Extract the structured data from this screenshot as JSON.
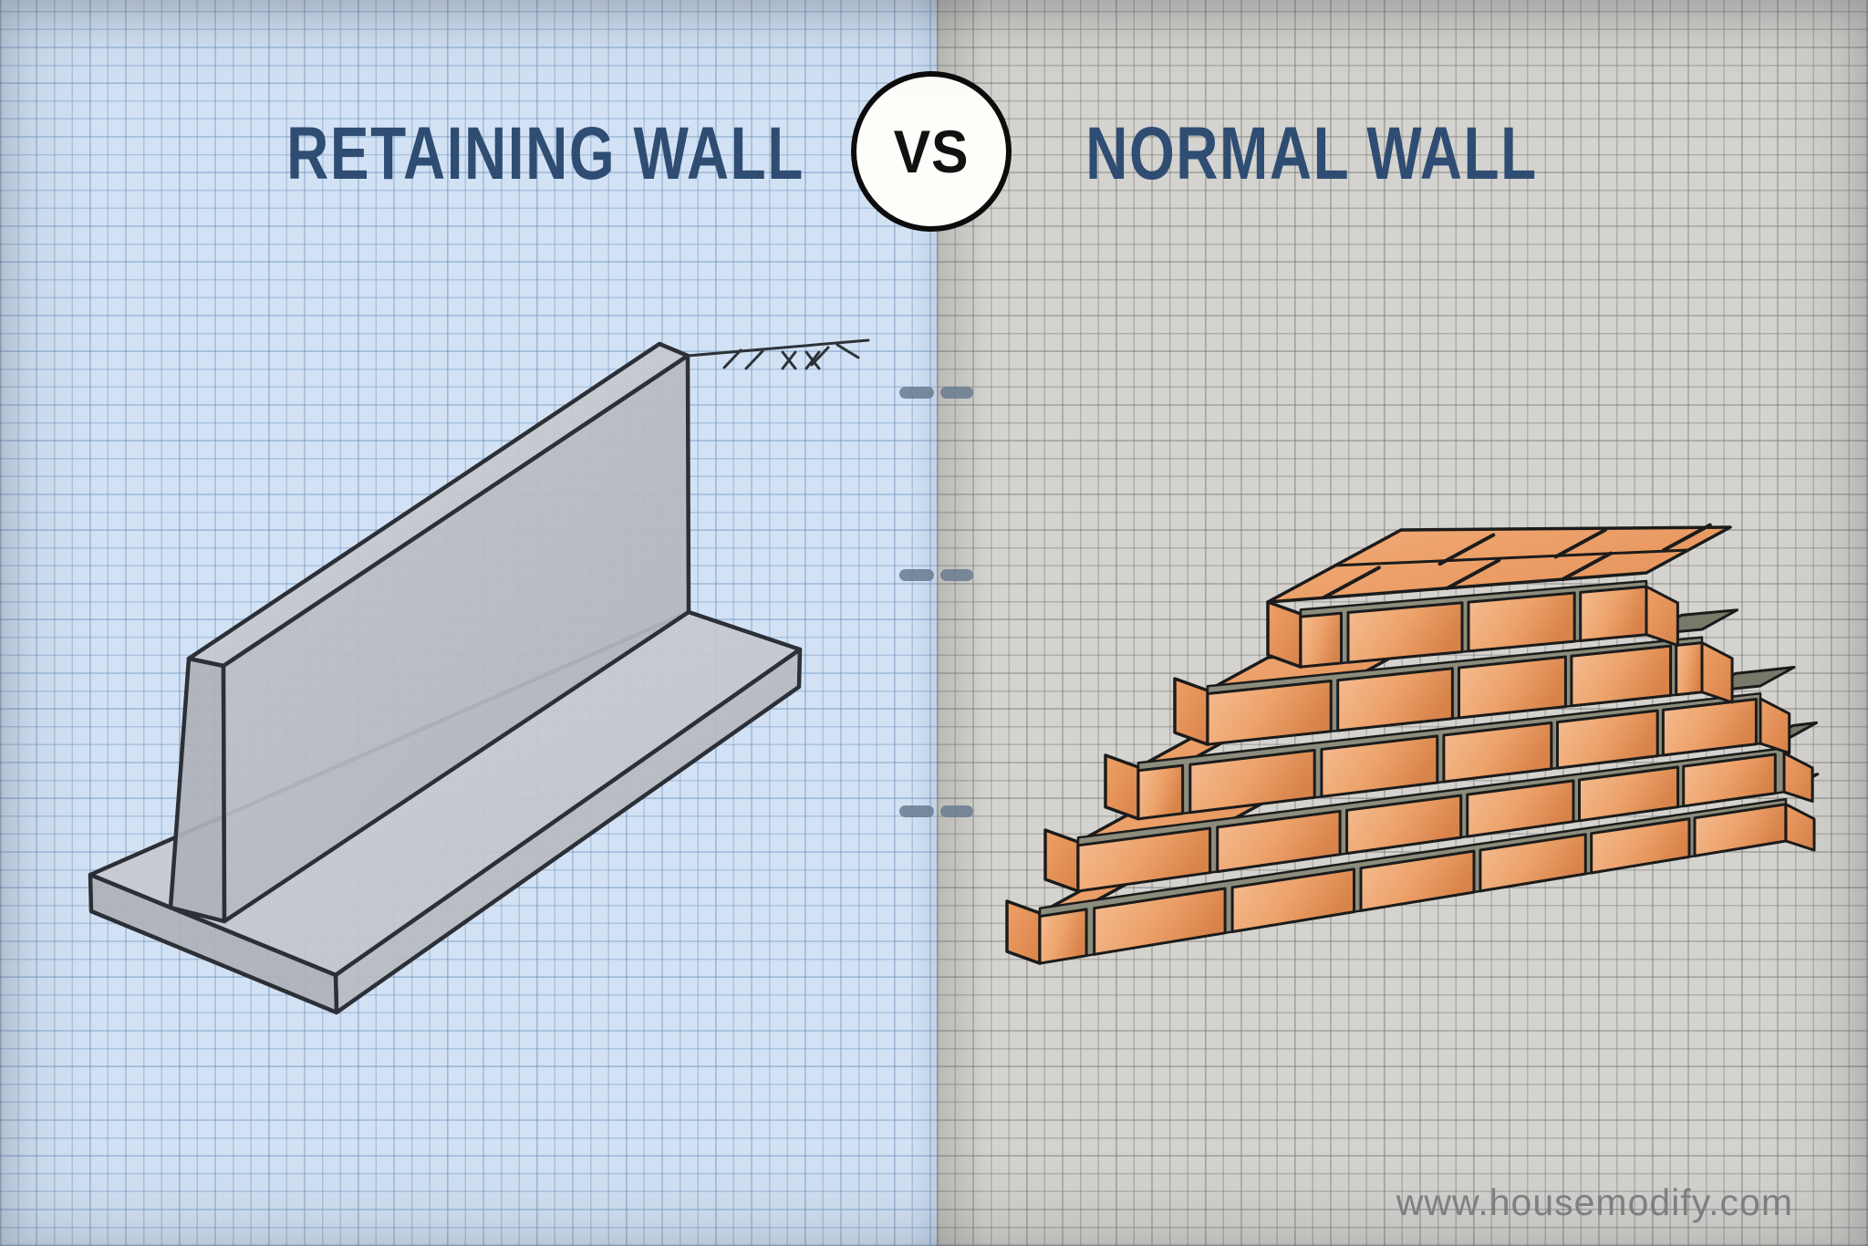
{
  "header": {
    "left_title": "RETAINING WALL",
    "vs_label": "VS",
    "right_title": "NORMAL WALL"
  },
  "footer": {
    "watermark": "www.housemodify.com"
  },
  "divider": {
    "dash_rows_y": [
      430,
      630,
      889
    ]
  },
  "illustrations": {
    "left_alt": "concrete cantilever retaining wall on base slab with retained-ground hatch line",
    "right_alt": "stepped brick masonry wall with mortar joints"
  },
  "colors": {
    "left_bg": "#d2e2f4",
    "right_bg": "#d4d3cf",
    "title_text": "#2f4d72",
    "vs_text": "#111111",
    "vs_bg": "#fdfdfa",
    "vs_border": "#0c0c0c",
    "dash_color": "#6b7d92",
    "watermark_text": "#7d8184",
    "concrete_top": "#c9cdd2",
    "concrete_front": "#b9bdc3",
    "concrete_end": "#aeb2b8",
    "concrete_outline": "#2c3036",
    "brick_light": "#f6bd92",
    "brick_mid": "#eda36b",
    "brick_dark": "#d8834a",
    "mortar_front": "#8d8d7d",
    "mortar_top": "#79796a",
    "brick_outline": "#1b1b1b"
  }
}
